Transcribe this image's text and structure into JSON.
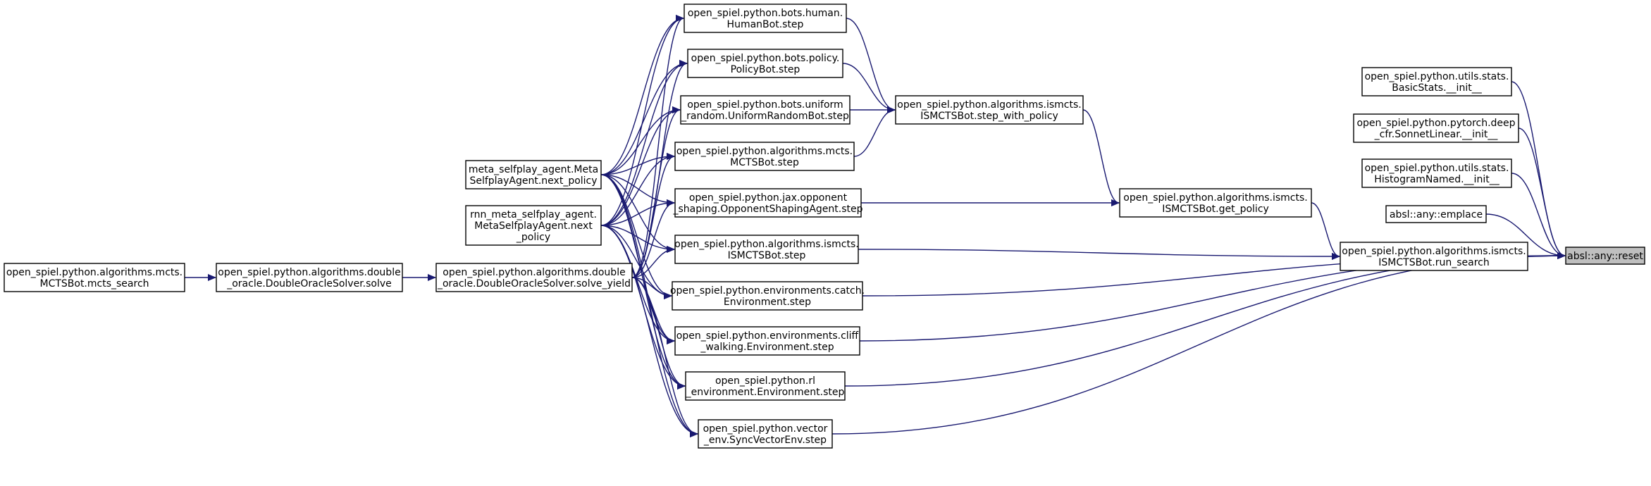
{
  "graph": {
    "root": "reset",
    "nodes": [
      {
        "id": "reset",
        "lines": [
          "absl::any::reset"
        ],
        "root": true
      },
      {
        "id": "basicstats",
        "lines": [
          "open_spiel.python.utils.stats.",
          "BasicStats.__init__"
        ]
      },
      {
        "id": "sonnetlinear",
        "lines": [
          "open_spiel.python.pytorch.deep",
          "_cfr.SonnetLinear.__init__"
        ]
      },
      {
        "id": "histogram",
        "lines": [
          "open_spiel.python.utils.stats.",
          "HistogramNamed.__init__"
        ]
      },
      {
        "id": "emplace",
        "lines": [
          "absl::any::emplace"
        ]
      },
      {
        "id": "run_search",
        "lines": [
          "open_spiel.python.algorithms.ismcts.",
          "ISMCTSBot.run_search"
        ]
      },
      {
        "id": "get_policy",
        "lines": [
          "open_spiel.python.algorithms.ismcts.",
          "ISMCTSBot.get_policy"
        ]
      },
      {
        "id": "step_with_policy",
        "lines": [
          "open_spiel.python.algorithms.ismcts.",
          "ISMCTSBot.step_with_policy"
        ]
      },
      {
        "id": "humanbot",
        "lines": [
          "open_spiel.python.bots.human.",
          "HumanBot.step"
        ]
      },
      {
        "id": "policybot",
        "lines": [
          "open_spiel.python.bots.policy.",
          "PolicyBot.step"
        ]
      },
      {
        "id": "uniformbot",
        "lines": [
          "open_spiel.python.bots.uniform",
          "_random.UniformRandomBot.step"
        ]
      },
      {
        "id": "mctsbot",
        "lines": [
          "open_spiel.python.algorithms.mcts.",
          "MCTSBot.step"
        ]
      },
      {
        "id": "opponent",
        "lines": [
          "open_spiel.python.jax.opponent",
          "_shaping.OpponentShapingAgent.step"
        ]
      },
      {
        "id": "ismctsstep",
        "lines": [
          "open_spiel.python.algorithms.ismcts.",
          "ISMCTSBot.step"
        ]
      },
      {
        "id": "catch",
        "lines": [
          "open_spiel.python.environments.catch.",
          "Environment.step"
        ]
      },
      {
        "id": "cliff",
        "lines": [
          "open_spiel.python.environments.cliff",
          "_walking.Environment.step"
        ]
      },
      {
        "id": "rlenv",
        "lines": [
          "open_spiel.python.rl",
          "_environment.Environment.step"
        ]
      },
      {
        "id": "vecenv",
        "lines": [
          "open_spiel.python.vector",
          "_env.SyncVectorEnv.step"
        ]
      },
      {
        "id": "meta",
        "lines": [
          "meta_selfplay_agent.Meta",
          "SelfplayAgent.next_policy"
        ]
      },
      {
        "id": "rnnmeta",
        "lines": [
          "rnn_meta_selfplay_agent.",
          "MetaSelfplayAgent.next",
          "_policy"
        ]
      },
      {
        "id": "solve_yield",
        "lines": [
          "open_spiel.python.algorithms.double",
          "_oracle.DoubleOracleSolver.solve_yield"
        ]
      },
      {
        "id": "solve",
        "lines": [
          "open_spiel.python.algorithms.double",
          "_oracle.DoubleOracleSolver.solve"
        ]
      },
      {
        "id": "mcts_search",
        "lines": [
          "open_spiel.python.algorithms.mcts.",
          "MCTSBot.mcts_search"
        ]
      }
    ],
    "edges": [
      [
        "basicstats",
        "reset"
      ],
      [
        "sonnetlinear",
        "reset"
      ],
      [
        "histogram",
        "reset"
      ],
      [
        "emplace",
        "reset"
      ],
      [
        "run_search",
        "reset"
      ],
      [
        "catch",
        "reset"
      ],
      [
        "cliff",
        "reset"
      ],
      [
        "rlenv",
        "reset"
      ],
      [
        "vecenv",
        "reset"
      ],
      [
        "get_policy",
        "run_search"
      ],
      [
        "ismctsstep",
        "run_search"
      ],
      [
        "step_with_policy",
        "get_policy"
      ],
      [
        "opponent",
        "get_policy"
      ],
      [
        "humanbot",
        "step_with_policy"
      ],
      [
        "policybot",
        "step_with_policy"
      ],
      [
        "uniformbot",
        "step_with_policy"
      ],
      [
        "mctsbot",
        "step_with_policy"
      ],
      [
        "meta",
        "humanbot"
      ],
      [
        "meta",
        "policybot"
      ],
      [
        "meta",
        "uniformbot"
      ],
      [
        "meta",
        "mctsbot"
      ],
      [
        "meta",
        "opponent"
      ],
      [
        "meta",
        "ismctsstep"
      ],
      [
        "meta",
        "catch"
      ],
      [
        "meta",
        "cliff"
      ],
      [
        "meta",
        "rlenv"
      ],
      [
        "meta",
        "vecenv"
      ],
      [
        "rnnmeta",
        "humanbot"
      ],
      [
        "rnnmeta",
        "policybot"
      ],
      [
        "rnnmeta",
        "uniformbot"
      ],
      [
        "rnnmeta",
        "mctsbot"
      ],
      [
        "rnnmeta",
        "opponent"
      ],
      [
        "rnnmeta",
        "ismctsstep"
      ],
      [
        "rnnmeta",
        "catch"
      ],
      [
        "rnnmeta",
        "cliff"
      ],
      [
        "rnnmeta",
        "rlenv"
      ],
      [
        "rnnmeta",
        "vecenv"
      ],
      [
        "solve_yield",
        "humanbot"
      ],
      [
        "solve_yield",
        "policybot"
      ],
      [
        "solve_yield",
        "uniformbot"
      ],
      [
        "solve_yield",
        "mctsbot"
      ],
      [
        "solve_yield",
        "opponent"
      ],
      [
        "solve_yield",
        "ismctsstep"
      ],
      [
        "solve_yield",
        "catch"
      ],
      [
        "solve_yield",
        "cliff"
      ],
      [
        "solve_yield",
        "rlenv"
      ],
      [
        "solve_yield",
        "vecenv"
      ],
      [
        "solve",
        "solve_yield"
      ],
      [
        "mcts_search",
        "solve"
      ]
    ]
  }
}
